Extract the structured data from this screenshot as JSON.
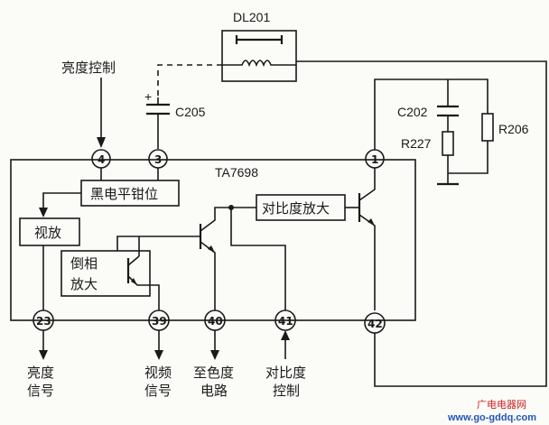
{
  "components": {
    "dl": "DL201",
    "c205": "C205",
    "c205_plus": "+",
    "c202": "C202",
    "r227": "R227",
    "r206": "R206",
    "ic": "TA7698"
  },
  "blocks": {
    "clamp": "黑电平钳位",
    "video_amp": "视放",
    "inverter_line1": "倒相",
    "inverter_line2": "放大",
    "contrast_amp": "对比度放大"
  },
  "pins": {
    "p4": "4",
    "p3": "3",
    "p1": "1",
    "p23": "23",
    "p39": "39",
    "p40": "40",
    "p41": "41",
    "p42": "42"
  },
  "signals": {
    "brightness_control": "亮度控制",
    "luma_line1": "亮度",
    "luma_line2": "信号",
    "video_line1": "视频",
    "video_line2": "信号",
    "chroma_line1": "至色度",
    "chroma_line2": "电路",
    "contrast_line1": "对比度",
    "contrast_line2": "控制"
  },
  "watermark": {
    "line1": "广电电器网",
    "line2": "www.go-gddq.com"
  }
}
